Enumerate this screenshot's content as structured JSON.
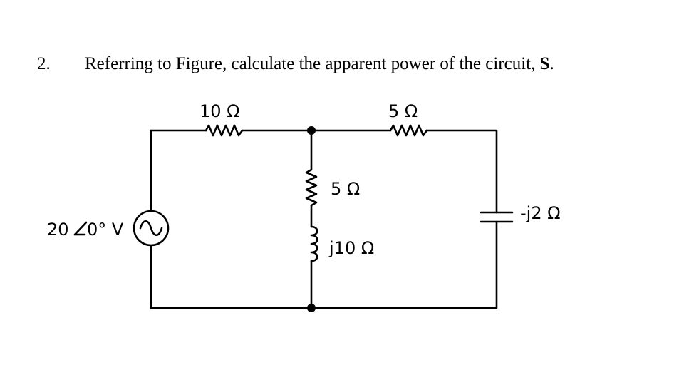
{
  "question": {
    "number": "2.",
    "text": "Referring to Figure, calculate the apparent power of the circuit,",
    "bold_symbol": "S",
    "end": "."
  },
  "circuit": {
    "r1_label": "10 Ω",
    "r2_label": "5 Ω",
    "r3_label": "5 Ω",
    "inductor_label": "j10 Ω",
    "capacitor_label": "-j2 Ω",
    "source_magnitude": "20",
    "source_angle": "0° V"
  }
}
